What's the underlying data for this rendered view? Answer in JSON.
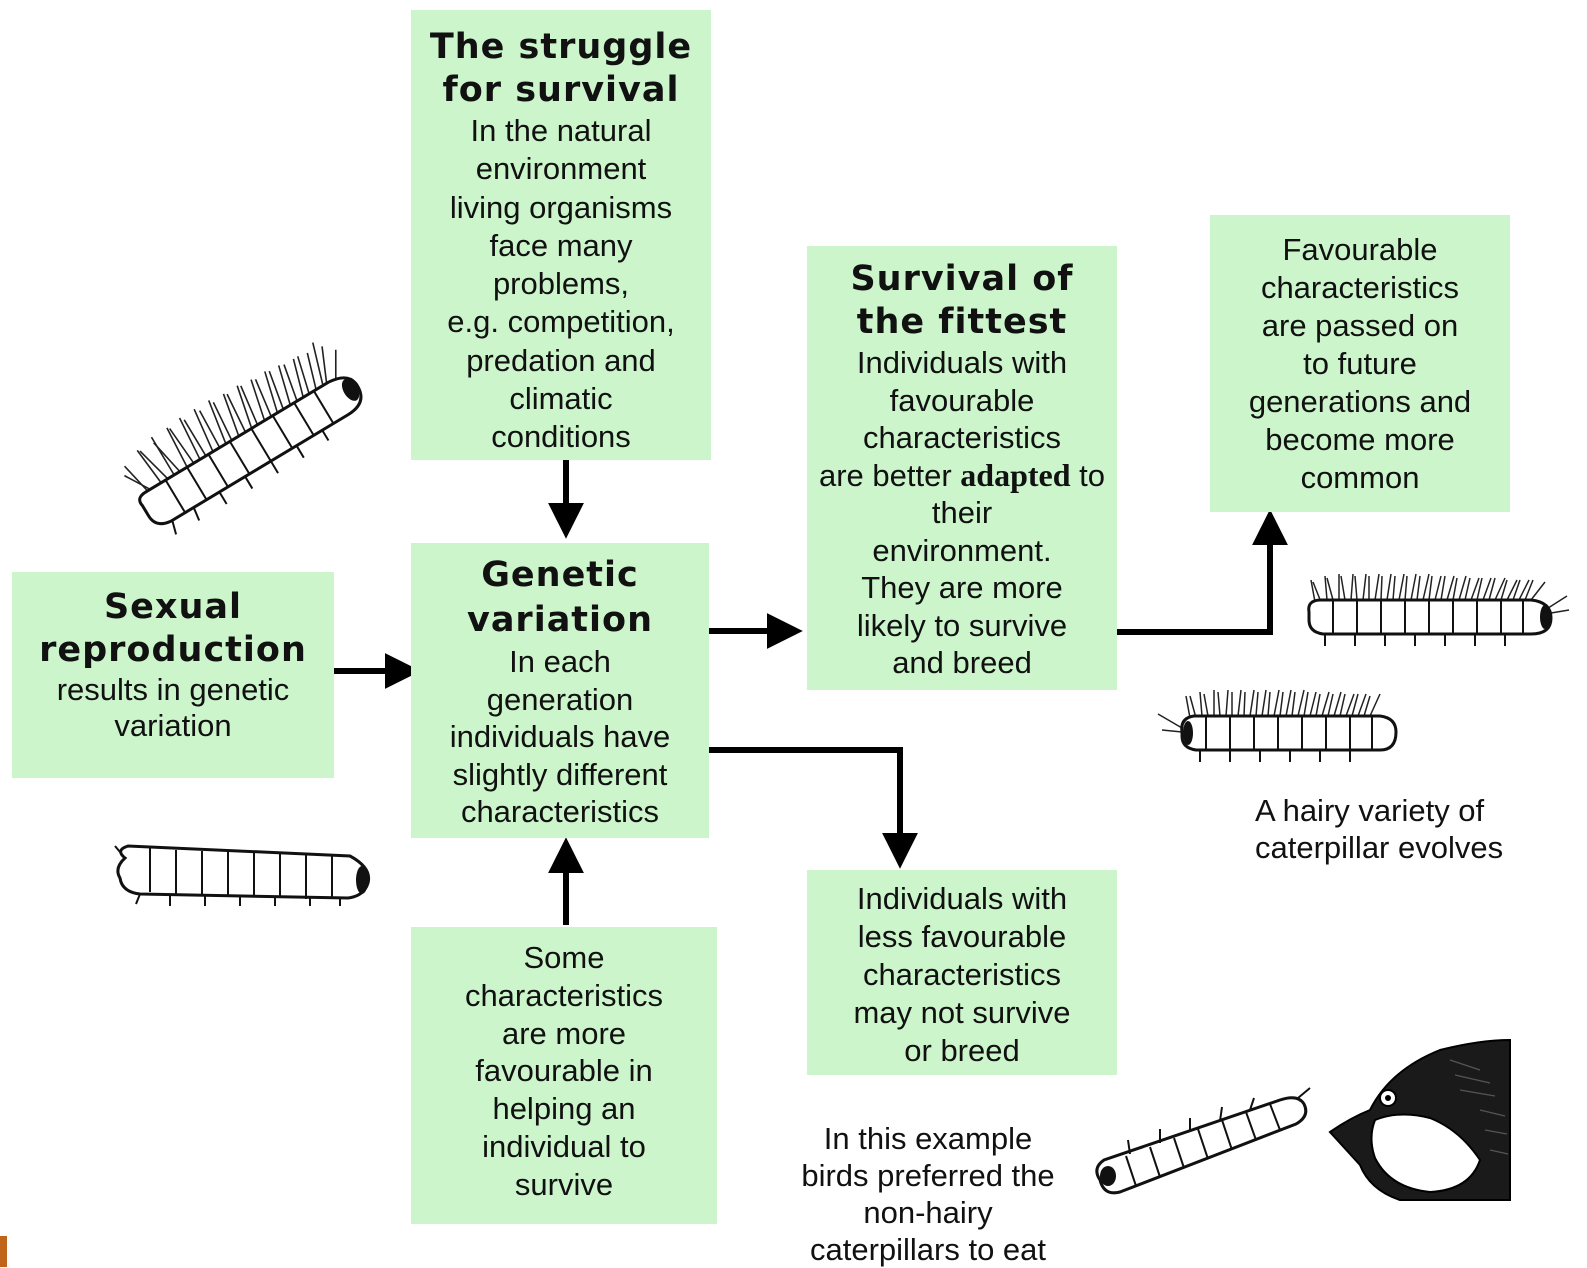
{
  "boxes": {
    "struggle": {
      "title": "The struggle\nfor survival",
      "text": "In the natural\nenvironment\nliving organisms\nface many\nproblems,\ne.g. competition,\npredation and\nclimatic\nconditions"
    },
    "sexual": {
      "title": "Sexual\nreproduction",
      "text": "results in genetic\nvariation"
    },
    "genetic": {
      "title": "Genetic\nvariation",
      "text": "In each\ngeneration\nindividuals have\nslightly different\ncharacteristics"
    },
    "some_chars": {
      "text": "Some\ncharacteristics\nare more\nfavourable in\nhelping an\nindividual to\nsurvive"
    },
    "fittest": {
      "title": "Survival of\nthe fittest",
      "text_before": "Individuals with\nfavourable\ncharacteristics\nare better",
      "text_bold": "adapted",
      "text_after": " to their\nenvironment.\nThey are more\nlikely to survive\nand breed"
    },
    "favourable": {
      "text": "Favourable\ncharacteristics\nare passed on\nto future\ngenerations and\nbecome more\ncommon"
    },
    "less": {
      "text": "Individuals with\nless favourable\ncharacteristics\nmay not survive\nor breed"
    }
  },
  "captions": {
    "hairy": "A hairy variety of\ncaterpillar evolves",
    "birds": "In this example\nbirds preferred the\nnon-hairy\ncaterpillars to eat"
  },
  "colors": {
    "box_fill": "#ccf5cc",
    "arrow": "#000000",
    "accent_mark": "#c0641a"
  }
}
